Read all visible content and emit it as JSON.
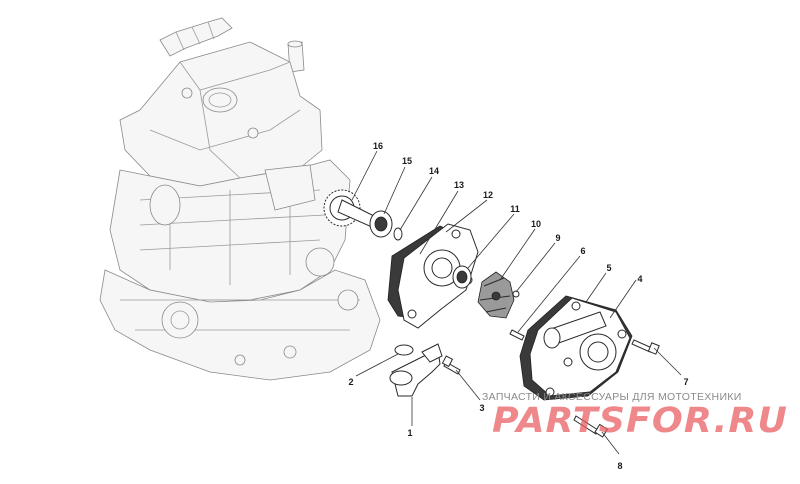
{
  "diagram": {
    "callouts": [
      {
        "id": "1",
        "label": "1"
      },
      {
        "id": "2",
        "label": "2"
      },
      {
        "id": "3",
        "label": "3"
      },
      {
        "id": "4",
        "label": "4"
      },
      {
        "id": "5",
        "label": "5"
      },
      {
        "id": "6",
        "label": "6"
      },
      {
        "id": "7",
        "label": "7"
      },
      {
        "id": "8",
        "label": "8"
      },
      {
        "id": "9",
        "label": "9"
      },
      {
        "id": "10",
        "label": "10"
      },
      {
        "id": "11",
        "label": "11"
      },
      {
        "id": "12",
        "label": "12"
      },
      {
        "id": "13",
        "label": "13"
      },
      {
        "id": "14",
        "label": "14"
      },
      {
        "id": "15",
        "label": "15"
      },
      {
        "id": "16",
        "label": "16"
      }
    ]
  },
  "watermark": {
    "subtitle": "ЗАПЧАСТИ И АКСЕССУАРЫ ДЛЯ МОТОТЕХНИКИ",
    "brand": "PARTSFOR.RU",
    "color": "#e85a5e"
  }
}
